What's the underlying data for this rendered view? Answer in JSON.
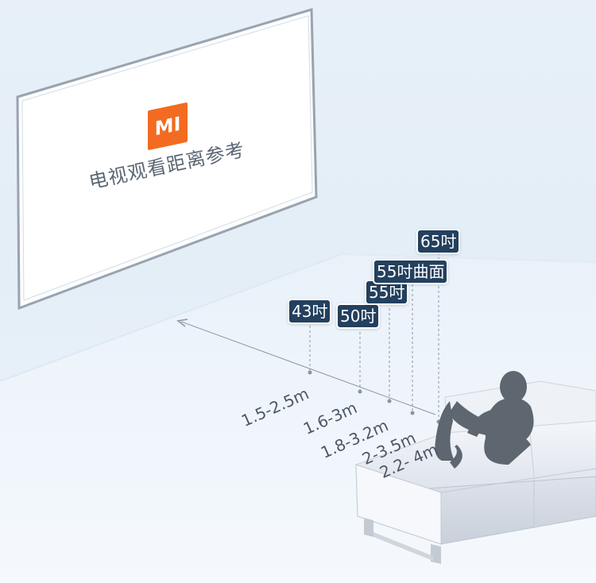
{
  "tv": {
    "brand_logo": "MI",
    "headline": "电视观看距离参考"
  },
  "sizes": [
    "43吋",
    "50吋",
    "55吋",
    "55吋曲面",
    "65吋"
  ],
  "distances": [
    "1.5-2.5m",
    "1.6-3m",
    "1.8-3.2m",
    "2-3.5m",
    "2.2- 4m"
  ],
  "colors": {
    "logo": "#f26b21",
    "tag_fill": "#23405e",
    "tag_text": "#ffffff",
    "distance_text": "#4d5866",
    "headline_text": "#5c6774"
  },
  "icons": {
    "logo": "mi-logo",
    "person": "seated-person-silhouette",
    "sofa": "sofa-icon"
  }
}
